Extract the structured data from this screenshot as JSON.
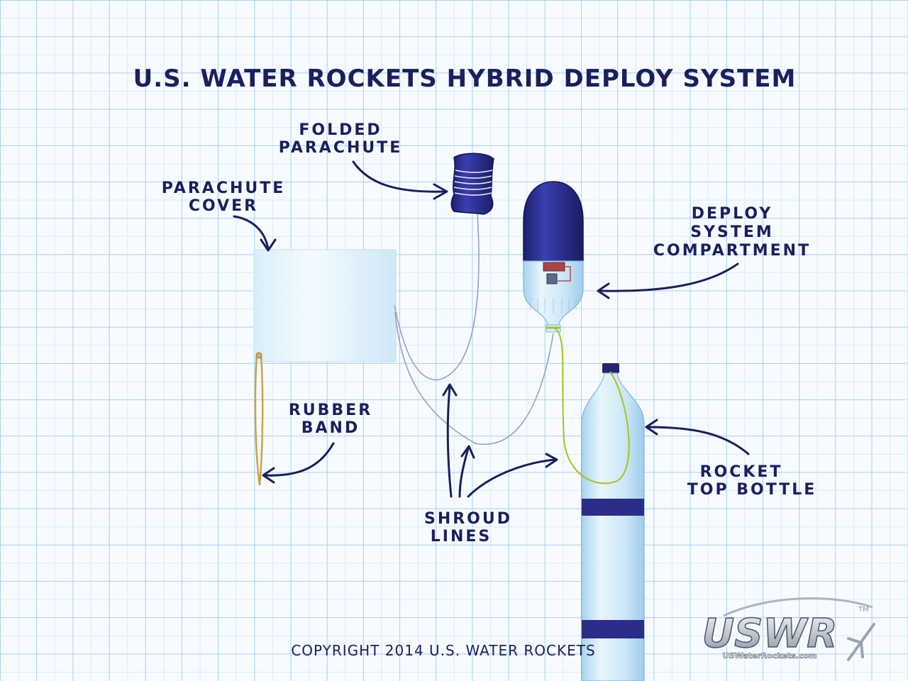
{
  "title": "U.S. WATER ROCKETS HYBRID DEPLOY SYSTEM",
  "labels": {
    "folded_parachute": [
      "FOLDED",
      "PARACHUTE"
    ],
    "parachute_cover": [
      "PARACHUTE",
      "COVER"
    ],
    "deploy_system_compartment": [
      "DEPLOY",
      "SYSTEM",
      "COMPARTMENT"
    ],
    "rubber_band": [
      "RUBBER",
      "BAND"
    ],
    "shroud_lines": [
      "SHROUD",
      "LINES"
    ],
    "rocket_top_bottle": [
      "ROCKET",
      "TOP BOTTLE"
    ]
  },
  "copyright": "COPYRIGHT 2014 U.S. WATER ROCKETS",
  "logo": {
    "text": "USWR",
    "subtext": "USWaterRockets.com",
    "trademark": "TM"
  },
  "colors": {
    "ink": "#1b1f5e",
    "grid": "#a9d3f1",
    "navy_cap": "#2a2d8a",
    "bottle": "#cfe8f7",
    "line_green": "#a8c21a",
    "rubber_band": "#c9a24a"
  }
}
